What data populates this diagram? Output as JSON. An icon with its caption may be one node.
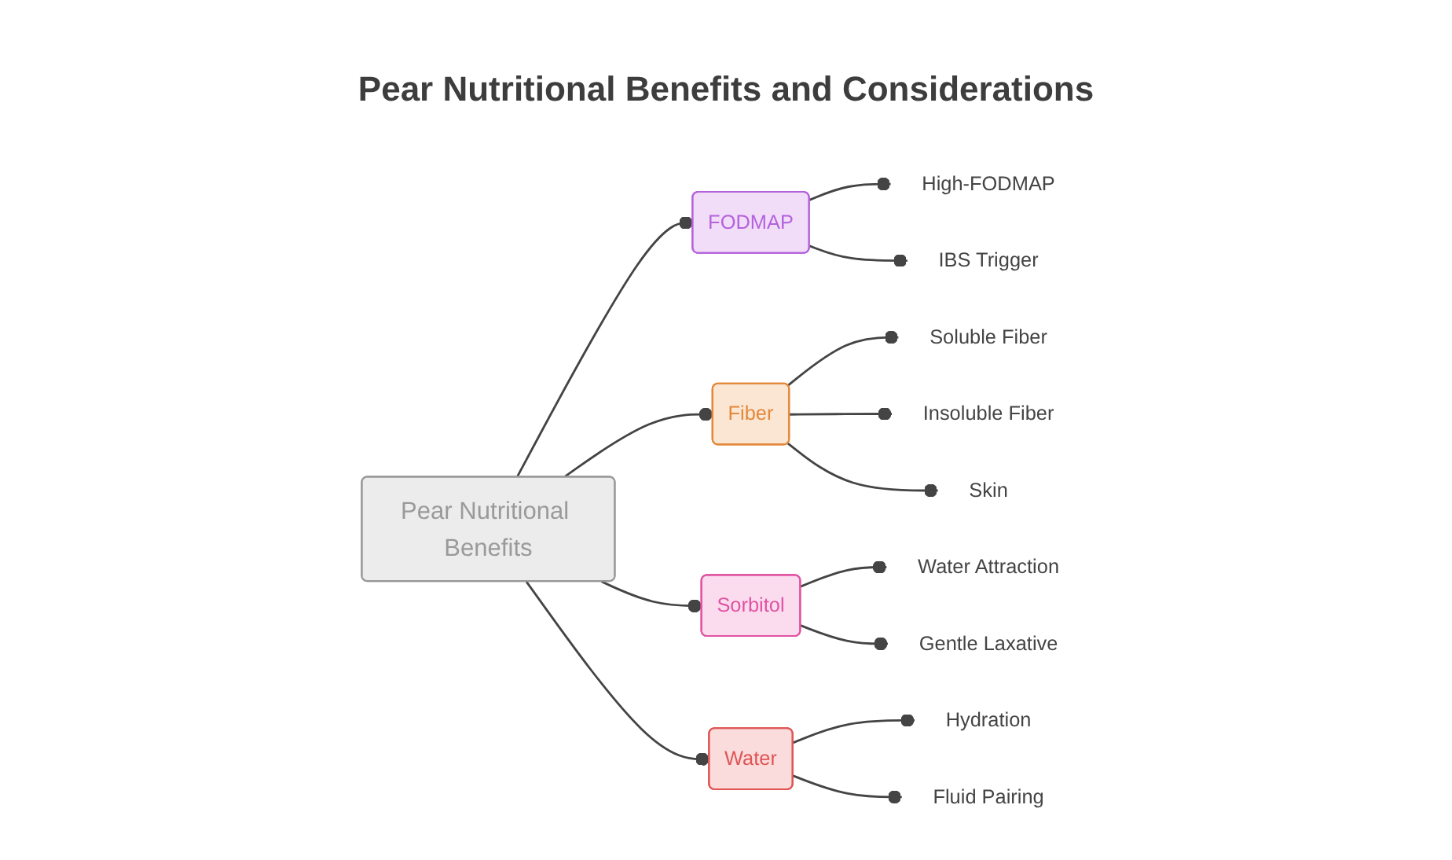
{
  "diagram": {
    "title": "Pear Nutritional Benefits and Considerations",
    "nodes": [
      {
        "text": [
          "Pear Nutritional Benefits"
        ]
      },
      {
        "text": [
          "FODMAP"
        ]
      },
      {
        "text": [
          "High-FODMAP"
        ]
      },
      {
        "text": [
          "IBS Trigger"
        ]
      },
      {
        "text": [
          "Fiber"
        ]
      },
      {
        "text": [
          "Soluble Fiber"
        ]
      },
      {
        "text": [
          "Insoluble Fiber"
        ]
      },
      {
        "text": [
          "Skin"
        ]
      },
      {
        "text": [
          "Sorbitol"
        ]
      },
      {
        "text": [
          "Water Attraction"
        ]
      },
      {
        "text": [
          "Gentle Laxative"
        ]
      },
      {
        "text": [
          "Water"
        ]
      },
      {
        "text": [
          "Hydration"
        ]
      },
      {
        "text": [
          "Fluid Pairing"
        ]
      }
    ],
    "edges": [
      {
        "from": 0,
        "to": 1,
        "arrow": "other"
      },
      {
        "from": 1,
        "to": 2,
        "arrow": "other"
      },
      {
        "from": 1,
        "to": 3,
        "arrow": "other"
      },
      {
        "from": 0,
        "to": 4,
        "arrow": "other"
      },
      {
        "from": 4,
        "to": 5,
        "arrow": "other"
      },
      {
        "from": 4,
        "to": 6,
        "arrow": "other"
      },
      {
        "from": 4,
        "to": 7,
        "arrow": "other"
      },
      {
        "from": 0,
        "to": 8,
        "arrow": "other"
      },
      {
        "from": 8,
        "to": 9,
        "arrow": "other"
      },
      {
        "from": 8,
        "to": 10,
        "arrow": "other"
      },
      {
        "from": 0,
        "to": 11,
        "arrow": "other"
      },
      {
        "from": 11,
        "to": 12,
        "arrow": "other"
      },
      {
        "from": 11,
        "to": 13,
        "arrow": "other"
      }
    ]
  }
}
